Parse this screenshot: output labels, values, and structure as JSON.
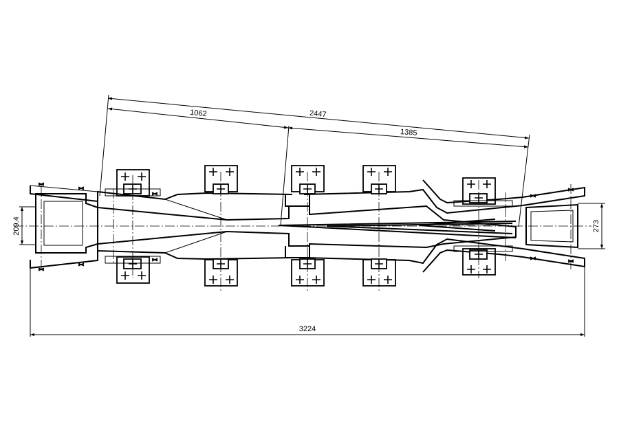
{
  "dimensions": {
    "overall_length": "3224",
    "span_total": "2447",
    "span_left": "1062",
    "span_right": "1385",
    "left_gauge": "209.4",
    "right_gauge": "273"
  }
}
